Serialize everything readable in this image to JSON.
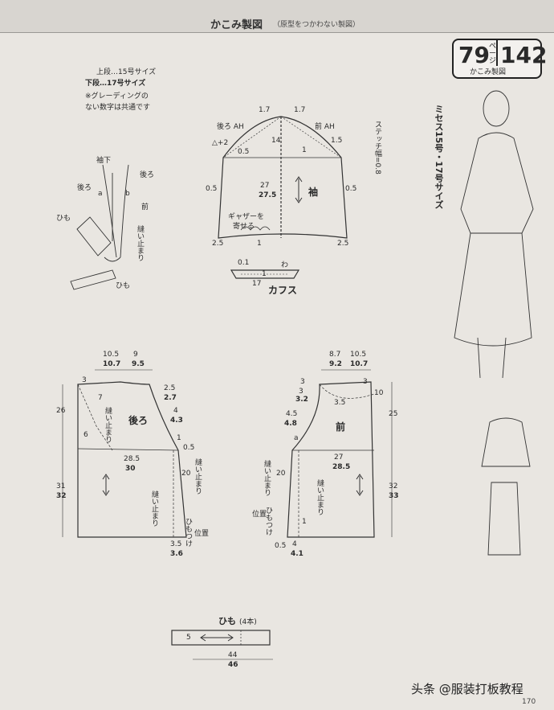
{
  "header": {
    "title": "かこみ製図",
    "subtitle": "（原型をつかわない製図）"
  },
  "page_box": {
    "page_num": "79",
    "page_unit": "ページ",
    "pattern_num": "142",
    "caption": "かこみ製図"
  },
  "legend": {
    "line1": "上段…15号サイズ",
    "line2": "下段…17号サイズ",
    "line3": "※グレーディングの",
    "line4": "ない数字は共通です"
  },
  "model_label": "ミセス15号・17号サイズ",
  "sleeve": {
    "title": "袖",
    "back_ah": "後ろ AH",
    "front_ah": "前 AH",
    "stitch": "ステッチ幅=0.8",
    "gather": "ギャザーを",
    "gather2": "寄せる",
    "d_17a": "1.7",
    "d_17b": "1.7",
    "d_2": "△+2",
    "d_05a": "0.5",
    "d_14": "14",
    "d_1a": "1",
    "d_15": "1.5",
    "d_27": "27",
    "d_275": "27.5",
    "d_05b": "0.5",
    "d_05c": "0.5",
    "d_25a": "2.5",
    "d_25b": "2.5",
    "d_1b": "1"
  },
  "cuff": {
    "title": "カフス",
    "d_01": "0.1",
    "d_1": "1",
    "d_17": "17",
    "wa": "わ"
  },
  "detail": {
    "sode_shita": "袖下",
    "ushiro": "後ろ",
    "mae": "前",
    "a": "a",
    "b": "b",
    "himo": "ひも",
    "himo2": "ひも",
    "nui": "縫い止まり"
  },
  "back": {
    "title": "後ろ",
    "w1": "10.5",
    "w1b": "10.7",
    "w2": "9",
    "w2b": "9.5",
    "d_3": "3",
    "d_25": "2.5",
    "d_27": "2.7",
    "d_7": "7",
    "d_4": "4",
    "d_43": "4.3",
    "d_6": "6",
    "d_1": "1",
    "d_05": "0.5",
    "d_285": "28.5",
    "d_30": "30",
    "d_20": "20",
    "len1": "26",
    "len2": "31",
    "len2b": "32",
    "d_35": "3.5",
    "d_36": "3.6",
    "nui1": "縫い止まり",
    "nui2": "縫い止まり",
    "himo_pos": "ひもつけ",
    "ichi": "位置"
  },
  "front": {
    "title": "前",
    "w1": "8.7",
    "w1b": "9.2",
    "w2": "10.5",
    "w2b": "10.7",
    "d_3a": "3",
    "d_3b": "3",
    "d_32": "3.2",
    "d_35": "3.5",
    "d_10": "10",
    "d_45": "4.5",
    "d_48": "4.8",
    "d_a": "a",
    "d_27": "27",
    "d_285": "28.5",
    "d_20": "20",
    "d_1": "1",
    "d_4": "4",
    "d_41": "4.1",
    "d_05": "0.5",
    "len1": "25",
    "len2": "32",
    "len2b": "33",
    "nui1": "縫い止まり",
    "nui2": "縫い止まり",
    "himo_pos": "ひもつけ",
    "ichi": "位置"
  },
  "tie": {
    "title": "ひも",
    "count": "(4本)",
    "d_5": "5",
    "d_44": "44",
    "d_46": "46"
  },
  "watermark": "头条 @服装打板教程",
  "folio": "170"
}
